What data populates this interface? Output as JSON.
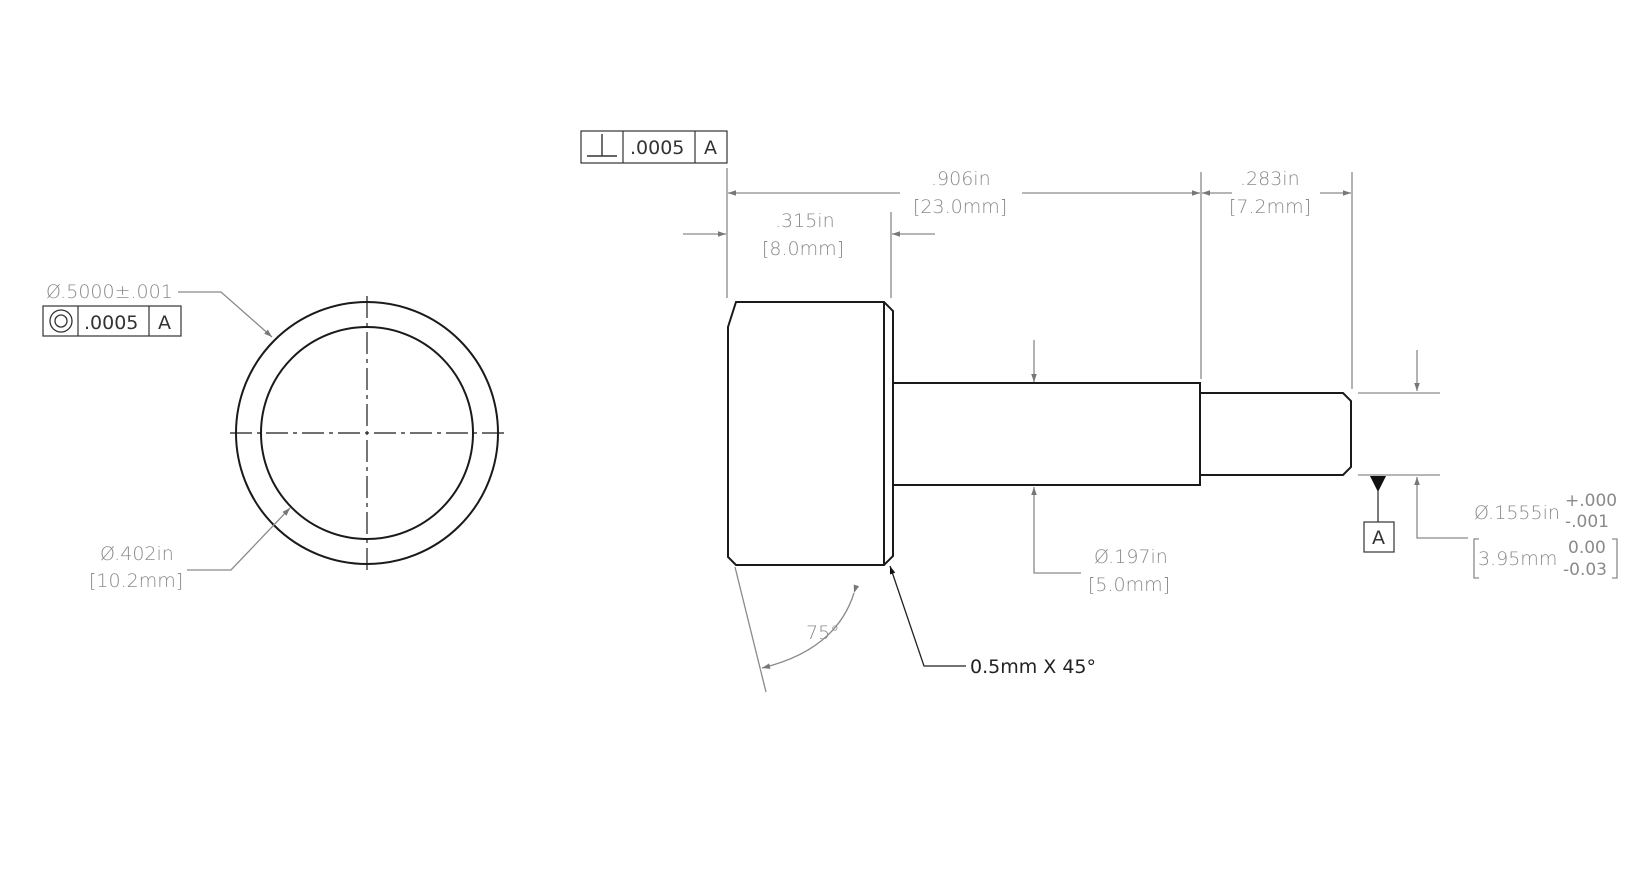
{
  "end_view": {
    "outer_diameter": "Ø.5000±.001",
    "concentricity": {
      "tolerance": ".0005",
      "datum": "A"
    },
    "inner_diameter_in": "Ø.402in",
    "inner_diameter_mm": "[10.2mm]"
  },
  "side_view": {
    "perpendicularity": {
      "tolerance": ".0005",
      "datum": "A"
    },
    "overall_length_in": ".906in",
    "overall_length_mm": "[23.0mm]",
    "step_length_in": ".283in",
    "step_length_mm": "[7.2mm]",
    "head_length_in": ".315in",
    "head_length_mm": "[8.0mm]",
    "shank_diameter_in": "Ø.197in",
    "shank_diameter_mm": "[5.0mm]",
    "pin_diameter_in": "Ø.1555in",
    "pin_tol_upper_in": "+.000",
    "pin_tol_lower_in": "-.001",
    "pin_diameter_mm": "3.95mm",
    "pin_tol_upper_mm": "0.00",
    "pin_tol_lower_mm": "-0.03",
    "datum_label": "A",
    "angle": "75°",
    "chamfer": "0.5mm X 45°"
  }
}
